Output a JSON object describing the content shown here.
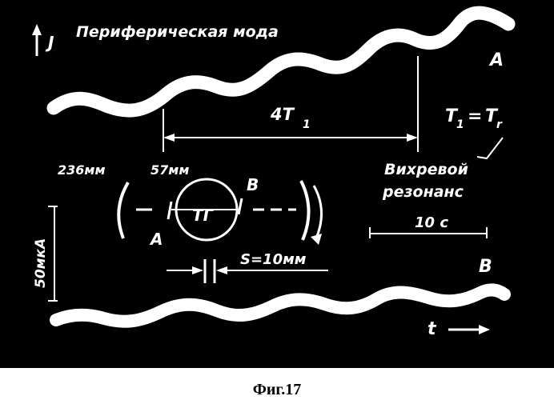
{
  "figure": {
    "caption": "Фиг.17",
    "labels": {
      "mode_title": "Периферическая мода",
      "current_symbol": "J",
      "trace_a": "A",
      "trace_b": "B",
      "period": "4T",
      "period_sub": "1",
      "resonance_condition_lhs": "T",
      "resonance_condition_lhs_sub": "1",
      "resonance_condition_eq": "=",
      "resonance_condition_rhs": "T",
      "resonance_condition_rhs_sub": "r",
      "distance_left": "236мм",
      "distance_right": "57мм",
      "vortex_resonance_line1": "Вихревой",
      "vortex_resonance_line2": "резонанс",
      "time_scale": "10 с",
      "current_scale": "50мкА",
      "probe_a": "A",
      "probe_b": "B",
      "electrode": "ТГ",
      "gap": "S=10мм",
      "time_axis": "t"
    },
    "colors": {
      "background": "#000000",
      "ink": "#ffffff",
      "page": "#ffffff",
      "caption": "#000000"
    }
  }
}
